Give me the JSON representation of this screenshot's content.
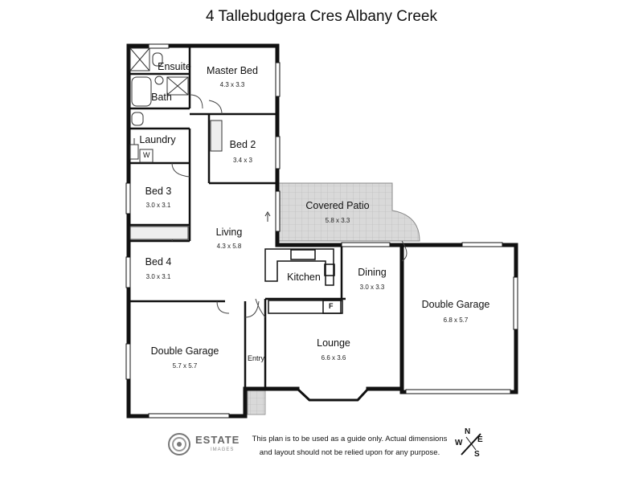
{
  "title": "4 Tallebudgera Cres Albany Creek",
  "rooms": {
    "ensuite": {
      "name": "Ensuite"
    },
    "bath": {
      "name": "Bath"
    },
    "master_bed": {
      "name": "Master Bed",
      "dims": "4.3 x 3.3"
    },
    "laundry": {
      "name": "Laundry"
    },
    "bed2": {
      "name": "Bed 2",
      "dims": "3.4 x 3"
    },
    "bed3": {
      "name": "Bed 3",
      "dims": "3.0 x 3.1"
    },
    "covered_patio": {
      "name": "Covered Patio",
      "dims": "5.8 x 3.3"
    },
    "living": {
      "name": "Living",
      "dims": "4.3 x 5.8"
    },
    "bed4": {
      "name": "Bed 4",
      "dims": "3.0 x 3.1"
    },
    "kitchen": {
      "name": "Kitchen"
    },
    "dining": {
      "name": "Dining",
      "dims": "3.0 x 3.3"
    },
    "double_garage_right": {
      "name": "Double Garage",
      "dims": "6.8 x 5.7"
    },
    "double_garage_left": {
      "name": "Double Garage",
      "dims": "5.7 x 5.7"
    },
    "lounge": {
      "name": "Lounge",
      "dims": "6.6 x 3.6"
    },
    "entry": {
      "name": "Entry"
    }
  },
  "fixtures": {
    "washer": "W",
    "fridge": "F"
  },
  "disclaimer": {
    "line1": "This plan is to be used as a guide only. Actual dimensions",
    "line2": "and layout should not be relied upon for any purpose."
  },
  "logo": {
    "name": "ESTATE",
    "sub": "IMAGES"
  },
  "compass": {
    "n": "N",
    "e": "E",
    "s": "S",
    "w": "W"
  }
}
